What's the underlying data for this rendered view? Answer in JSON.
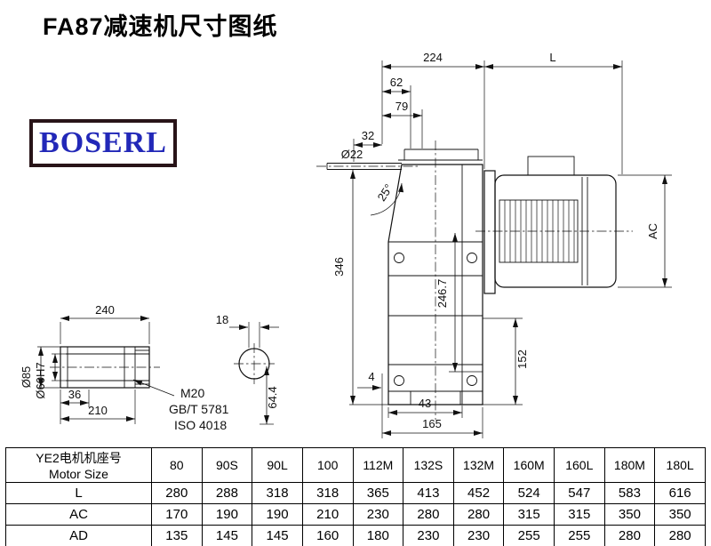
{
  "title": "FA87减速机尺寸图纸",
  "logo": {
    "text": "BOSERL"
  },
  "drawing": {
    "dims": {
      "d224": "224",
      "dL": "L",
      "d62": "62",
      "d79": "79",
      "d32": "32",
      "d22": "Ø22",
      "d25": "25°",
      "d346": "346",
      "d246_7": "246.7",
      "dAC": "AC",
      "d152": "152",
      "d4": "4",
      "d43": "43",
      "d165": "165",
      "d240": "240",
      "d18": "18",
      "d85": "Ø85",
      "d60": "Ø60H7",
      "d36": "36",
      "d210": "210",
      "dM20": "M20",
      "dGB": "GB/T 5781",
      "dISO": "ISO 4018",
      "d64_4": "64.4"
    }
  },
  "table": {
    "header": {
      "line1": "YE2电机机座号",
      "line2": "Motor Size"
    },
    "sizes": [
      "80",
      "90S",
      "90L",
      "100",
      "112M",
      "132S",
      "132M",
      "160M",
      "160L",
      "180M",
      "180L"
    ],
    "rows": [
      {
        "label": "L",
        "values": [
          "280",
          "288",
          "318",
          "318",
          "365",
          "413",
          "452",
          "524",
          "547",
          "583",
          "616"
        ]
      },
      {
        "label": "AC",
        "values": [
          "170",
          "190",
          "190",
          "210",
          "230",
          "280",
          "280",
          "315",
          "315",
          "350",
          "350"
        ]
      },
      {
        "label": "AD",
        "values": [
          "135",
          "145",
          "145",
          "160",
          "180",
          "230",
          "230",
          "255",
          "255",
          "280",
          "280"
        ]
      }
    ]
  }
}
